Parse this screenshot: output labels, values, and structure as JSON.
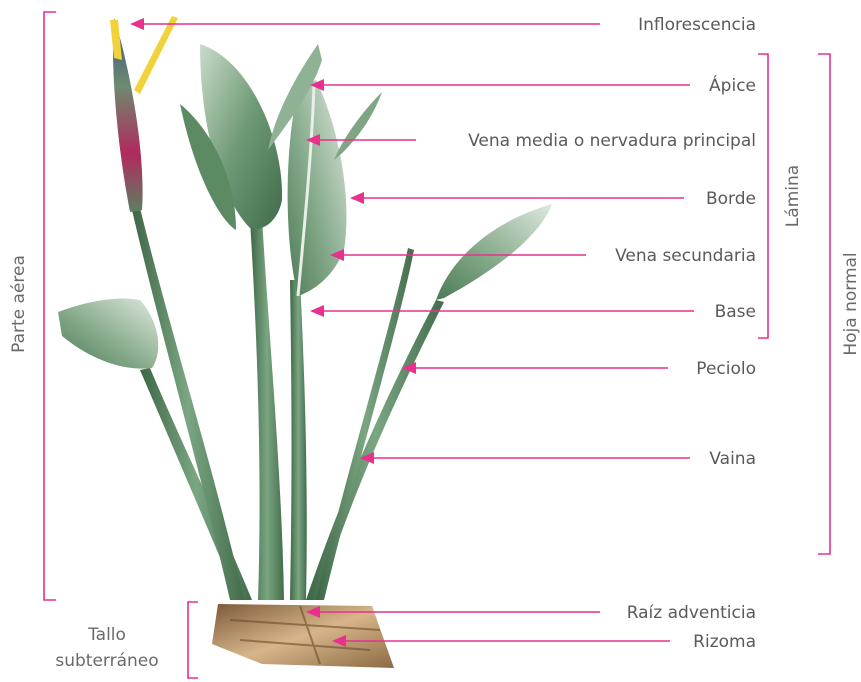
{
  "colors": {
    "arrow": "#e8308c",
    "bracket": "#e8308c",
    "text": "#5a5a5a",
    "leaf_dark": "#3f6b4a",
    "leaf_mid": "#6f9a76",
    "leaf_light": "#c6d8c8",
    "stem": "#5f8a68",
    "flower_red": "#b02a5e",
    "flower_yellow": "#f2d23a",
    "rhizome": "#b08a5e"
  },
  "labels": {
    "inflorescencia": "Inflorescencia",
    "apice": "Ápice",
    "vena_media": "Vena media o nervadura principal",
    "borde": "Borde",
    "vena_secundaria": "Vena secundaria",
    "base": "Base",
    "peciolo": "Peciolo",
    "vaina": "Vaina",
    "raiz_adventicia": "Raíz adventicia",
    "rizoma": "Rizoma"
  },
  "groups": {
    "lamina": "Lámina",
    "hoja_normal": "Hoja normal",
    "parte_aerea": "Parte aérea",
    "tallo_line1": "Tallo",
    "tallo_line2": "subterráneo"
  },
  "illustration": {
    "subject": "plant-illustration"
  }
}
